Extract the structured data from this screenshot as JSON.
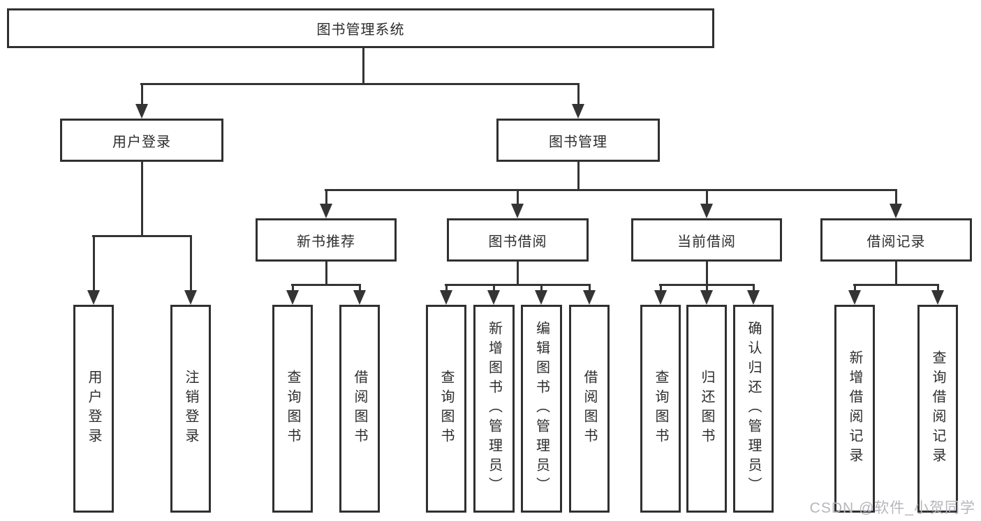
{
  "palette": {
    "line": "#343434",
    "border": "#303030",
    "text": "#2d2d2d",
    "watermark": "#b6b6bc"
  },
  "tree": {
    "root": {
      "label": "图书管理系统"
    },
    "branches": [
      {
        "label": "用户登录",
        "children": [
          {
            "label": "用户登录"
          },
          {
            "label": "注销登录"
          }
        ]
      },
      {
        "label": "图书管理",
        "children": [
          {
            "label": "新书推荐",
            "children": [
              {
                "label": "查询图书"
              },
              {
                "label": "借阅图书"
              }
            ]
          },
          {
            "label": "图书借阅",
            "children": [
              {
                "label": "查询图书"
              },
              {
                "label": "新增图书（管理员）"
              },
              {
                "label": "编辑图书（管理员）"
              },
              {
                "label": "借阅图书"
              }
            ]
          },
          {
            "label": "当前借阅",
            "children": [
              {
                "label": "查询图书"
              },
              {
                "label": "归还图书"
              },
              {
                "label": "确认归还（管理员）"
              }
            ]
          },
          {
            "label": "借阅记录",
            "children": [
              {
                "label": "新增借阅记录"
              },
              {
                "label": "查询借阅记录"
              }
            ]
          }
        ]
      }
    ]
  },
  "watermark": "CSDN @软件_小贺同学"
}
